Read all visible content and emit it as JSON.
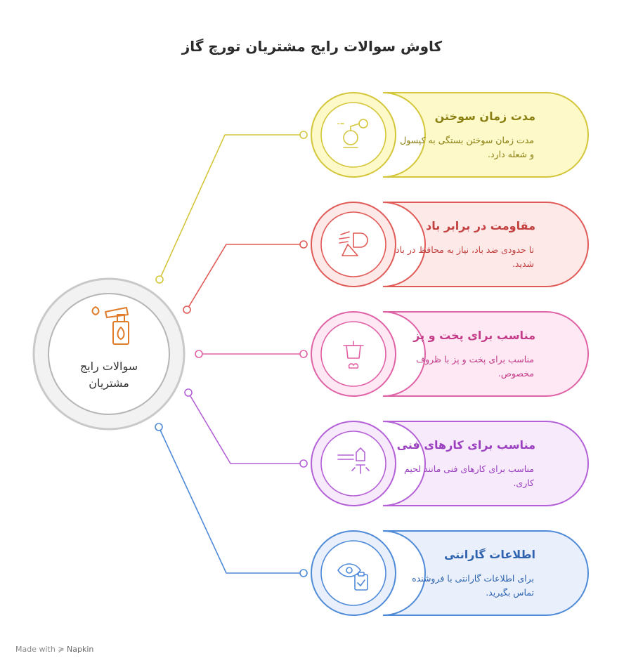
{
  "title": "کاوش سوالات رایج مشتریان تورچ گاز",
  "hub": {
    "label": "سوالات رایج مشتریان",
    "icon": "gas-torch-icon"
  },
  "items": [
    {
      "title": "مدت زمان سوختن",
      "desc": "مدت زمان سوختن بستگی به کپسول و شعله دارد.",
      "icon": "perfume-bottle-icon",
      "color": "#d4c63a",
      "fill": "#fdf9c9",
      "dark": "#8a7f12"
    },
    {
      "title": "مقاومت در برابر باد",
      "desc": "تا حدودی ضد باد، نیاز به محافظ در باد شدید.",
      "icon": "wind-headlight-icon",
      "color": "#e05a57",
      "fill": "#fde9e8",
      "dark": "#c2413f"
    },
    {
      "title": "مناسب برای پخت و پز",
      "desc": "مناسب برای پخت و پز با ظروف مخصوص.",
      "icon": "cooking-pot-icon",
      "color": "#e062a6",
      "fill": "#fde8f3",
      "dark": "#c43c88"
    },
    {
      "title": "مناسب برای کارهای فنی",
      "desc": "مناسب برای کارهای فنی مانند لحیم کاری.",
      "icon": "soldering-torch-icon",
      "color": "#b460d6",
      "fill": "#f6eafb",
      "dark": "#9a3fbf"
    },
    {
      "title": "اطلاعات گارانتی",
      "desc": "برای اطلاعات گارانتی با فروشنده تماس بگیرید.",
      "icon": "warranty-clipboard-icon",
      "color": "#4f8ad8",
      "fill": "#e9f0fb",
      "dark": "#2f63ae"
    }
  ],
  "footer": {
    "made_with": "Made with",
    "brand": "Napkin"
  }
}
